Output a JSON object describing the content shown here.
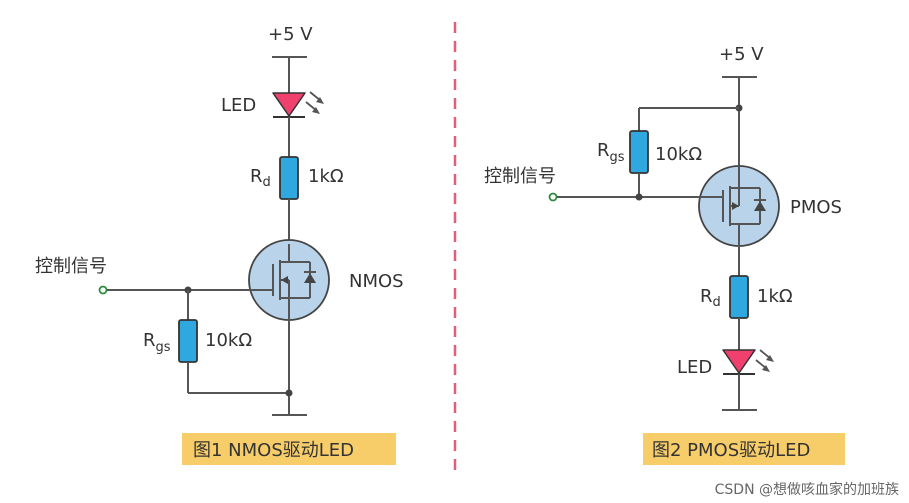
{
  "left_circuit": {
    "supply": "+5 V",
    "led_label": "LED",
    "rd_main": "R",
    "rd_sub": "d",
    "rd_value": "1kΩ",
    "signal_label": "控制信号",
    "rgs_main": "R",
    "rgs_sub": "gs",
    "rgs_value": "10kΩ",
    "transistor_label": "NMOS",
    "caption": "图1  NMOS驱动LED"
  },
  "right_circuit": {
    "supply": "+5 V",
    "rgs_main": "R",
    "rgs_sub": "gs",
    "rgs_value": "10kΩ",
    "signal_label": "控制信号",
    "transistor_label": "PMOS",
    "rd_main": "R",
    "rd_sub": "d",
    "rd_value": "1kΩ",
    "led_label": "LED",
    "caption": "图2  PMOS驱动LED"
  },
  "watermark": "CSDN @想做咳血家的加班族",
  "colors": {
    "resistor": "#2fa8e0",
    "led": "#f0406e",
    "transistor": "#b9d3ea",
    "caption_bg": "#f7cd6a",
    "divider": "#e0607a",
    "signal_terminal": "#2e8b3e"
  }
}
